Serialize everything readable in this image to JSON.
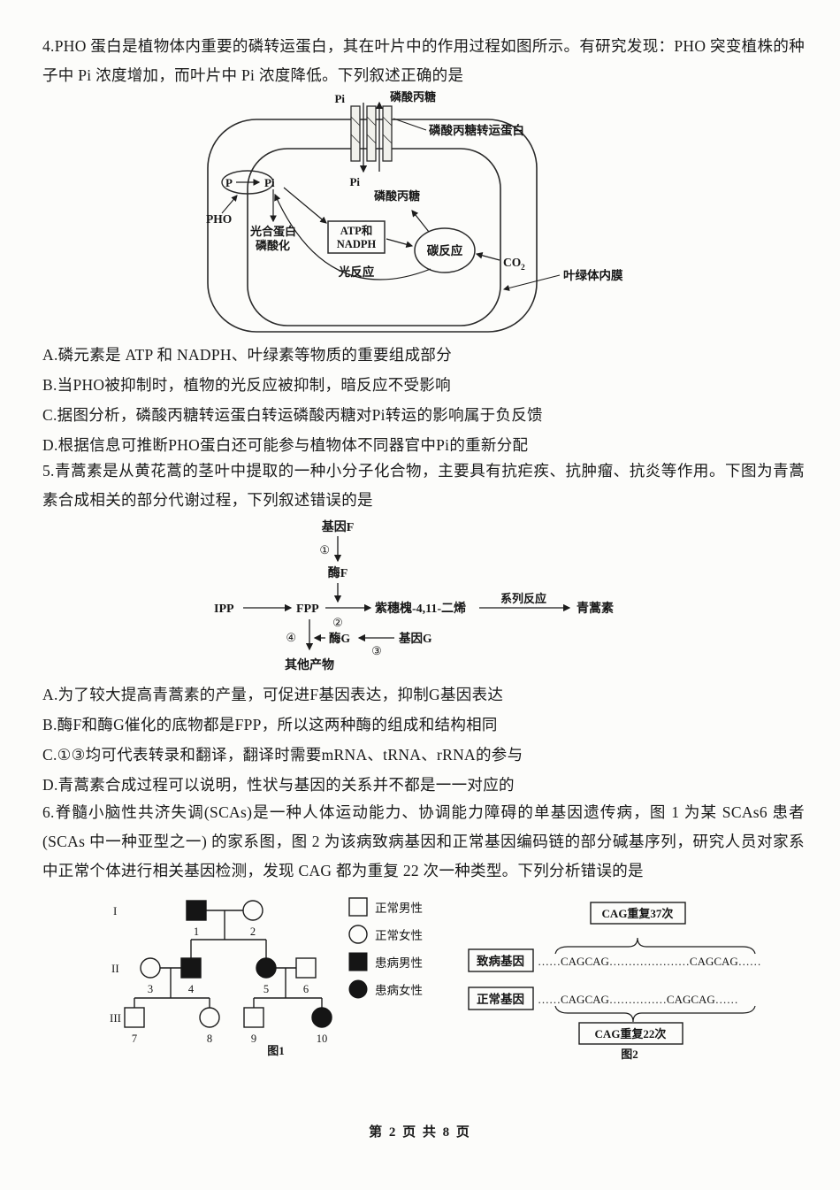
{
  "footer": "第 2 页 共 8 页",
  "q4": {
    "stem": "4.PHO 蛋白是植物体内重要的磷转运蛋白，其在叶片中的作用过程如图所示。有研究发现：PHO 突变植株的种子中 Pi 浓度增加，而叶片中 Pi 浓度降低。下列叙述正确的是",
    "options": [
      "A.磷元素是 ATP 和 NADPH、叶绿素等物质的重要组成部分",
      "B.当PHO被抑制时，植物的光反应被抑制，暗反应不受影响",
      "C.据图分析，磷酸丙糖转运蛋白转运磷酸丙糖对Pi转运的影响属于负反馈",
      "D.根据信息可推断PHO蛋白还可能参与植物体不同器官中Pi的重新分配"
    ],
    "diagram": {
      "pi_out": "Pi",
      "triose_out": "磷酸丙糖",
      "transporter_label": "磷酸丙糖转运蛋白",
      "pi_in": "Pi",
      "triose_in": "磷酸丙糖",
      "p_outside": "P",
      "pi_inside": "Pi",
      "pho": "PHO",
      "photo_protein_l1": "光合蛋白",
      "photo_protein_l2": "磷酸化",
      "atp_l1": "ATP和",
      "atp_l2": "NADPH",
      "light_reaction": "光反应",
      "carbon_reaction": "碳反应",
      "co2": "CO",
      "co2_sub": "2",
      "inner_membrane": "叶绿体内膜"
    }
  },
  "q5": {
    "stem": "5.青蒿素是从黄花蒿的茎叶中提取的一种小分子化合物，主要具有抗疟疾、抗肿瘤、抗炎等作用。下图为青蒿素合成相关的部分代谢过程，下列叙述错误的是",
    "options": [
      "A.为了较大提高青蒿素的产量，可促进F基因表达，抑制G基因表达",
      "B.酶F和酶G催化的底物都是FPP，所以这两种酶的组成和结构相同",
      "C.①③均可代表转录和翻译，翻译时需要mRNA、tRNA、rRNA的参与",
      "D.青蒿素合成过程可以说明，性状与基因的关系并不都是一一对应的"
    ],
    "diagram": {
      "gene_f": "基因F",
      "step1": "①",
      "enzyme_f": "酶F",
      "ipp": "IPP",
      "fpp": "FPP",
      "step2": "②",
      "amorphadiene": "紫穗槐-4,11-二烯",
      "series_reaction": "系列反应",
      "artemisinin": "青蒿素",
      "step4": "④",
      "enzyme_g": "酶G",
      "step3": "③",
      "gene_g": "基因G",
      "other_products": "其他产物"
    }
  },
  "q6": {
    "stem": "6.脊髓小脑性共济失调(SCAs)是一种人体运动能力、协调能力障碍的单基因遗传病，图 1 为某 SCAs6 患者(SCAs 中一种亚型之一) 的家系图，图 2 为该病致病基因和正常基因编码链的部分碱基序列，研究人员对家系中正常个体进行相关基因检测，发现 CAG 都为重复 22 次一种类型。下列分析错误的是",
    "pedigree": {
      "gen1": "I",
      "gen2": "II",
      "gen3": "III",
      "n1": "1",
      "n2": "2",
      "n3": "3",
      "n4": "4",
      "n5": "5",
      "n6": "6",
      "n7": "7",
      "n8": "8",
      "n9": "9",
      "n10": "10",
      "legend_normal_male": "正常男性",
      "legend_normal_female": "正常女性",
      "legend_affected_male": "患病男性",
      "legend_affected_female": "患病女性",
      "caption": "图1"
    },
    "fig2": {
      "repeat37": "CAG重复37次",
      "disease_gene": "致病基因",
      "disease_seq": "……CAGCAG…………………CAGCAG……",
      "normal_gene": "正常基因",
      "normal_seq": "……CAGCAG……………CAGCAG……",
      "repeat22": "CAG重复22次",
      "caption": "图2"
    }
  }
}
